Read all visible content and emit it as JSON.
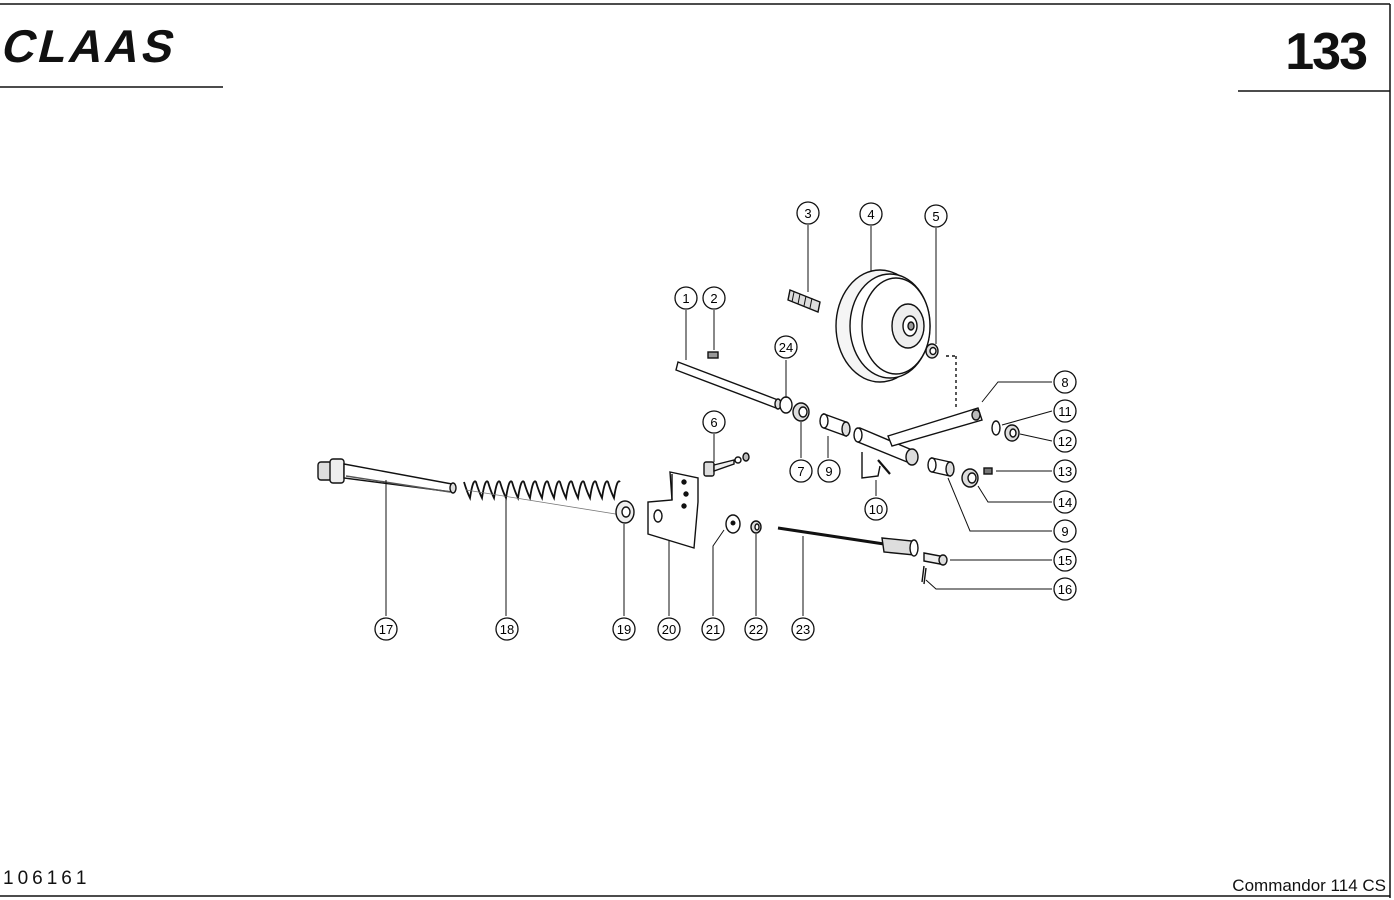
{
  "header": {
    "brand": "CLAAS",
    "page_number": "133"
  },
  "footer": {
    "drawing_number": "106161",
    "model": "Commandor 114 CS"
  },
  "callouts": [
    "1",
    "2",
    "3",
    "4",
    "5",
    "6",
    "7",
    "8",
    "9",
    "10",
    "11",
    "12",
    "13",
    "14",
    "9",
    "15",
    "16",
    "17",
    "18",
    "19",
    "20",
    "21",
    "22",
    "23",
    "24"
  ]
}
